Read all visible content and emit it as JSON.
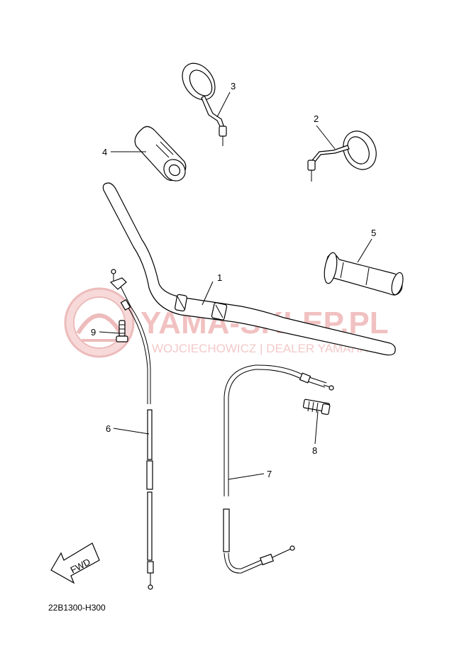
{
  "watermark": {
    "title": "YAMA-SKLEP.PL",
    "subtitle": "WOJCIECHOWICZ | DEALER YAMAHA",
    "color": "#e9a3a3"
  },
  "fwd_label": "FWD",
  "diagram_code": "22B1300-H300",
  "callouts": [
    {
      "number": "1",
      "part": "handlebar"
    },
    {
      "number": "2",
      "part": "right-mirror"
    },
    {
      "number": "3",
      "part": "left-mirror"
    },
    {
      "number": "4",
      "part": "throttle-grip"
    },
    {
      "number": "5",
      "part": "left-grip"
    },
    {
      "number": "6",
      "part": "throttle-cable"
    },
    {
      "number": "7",
      "part": "clutch-cable"
    },
    {
      "number": "8",
      "part": "cable-adjuster"
    },
    {
      "number": "9",
      "part": "bolt"
    }
  ]
}
